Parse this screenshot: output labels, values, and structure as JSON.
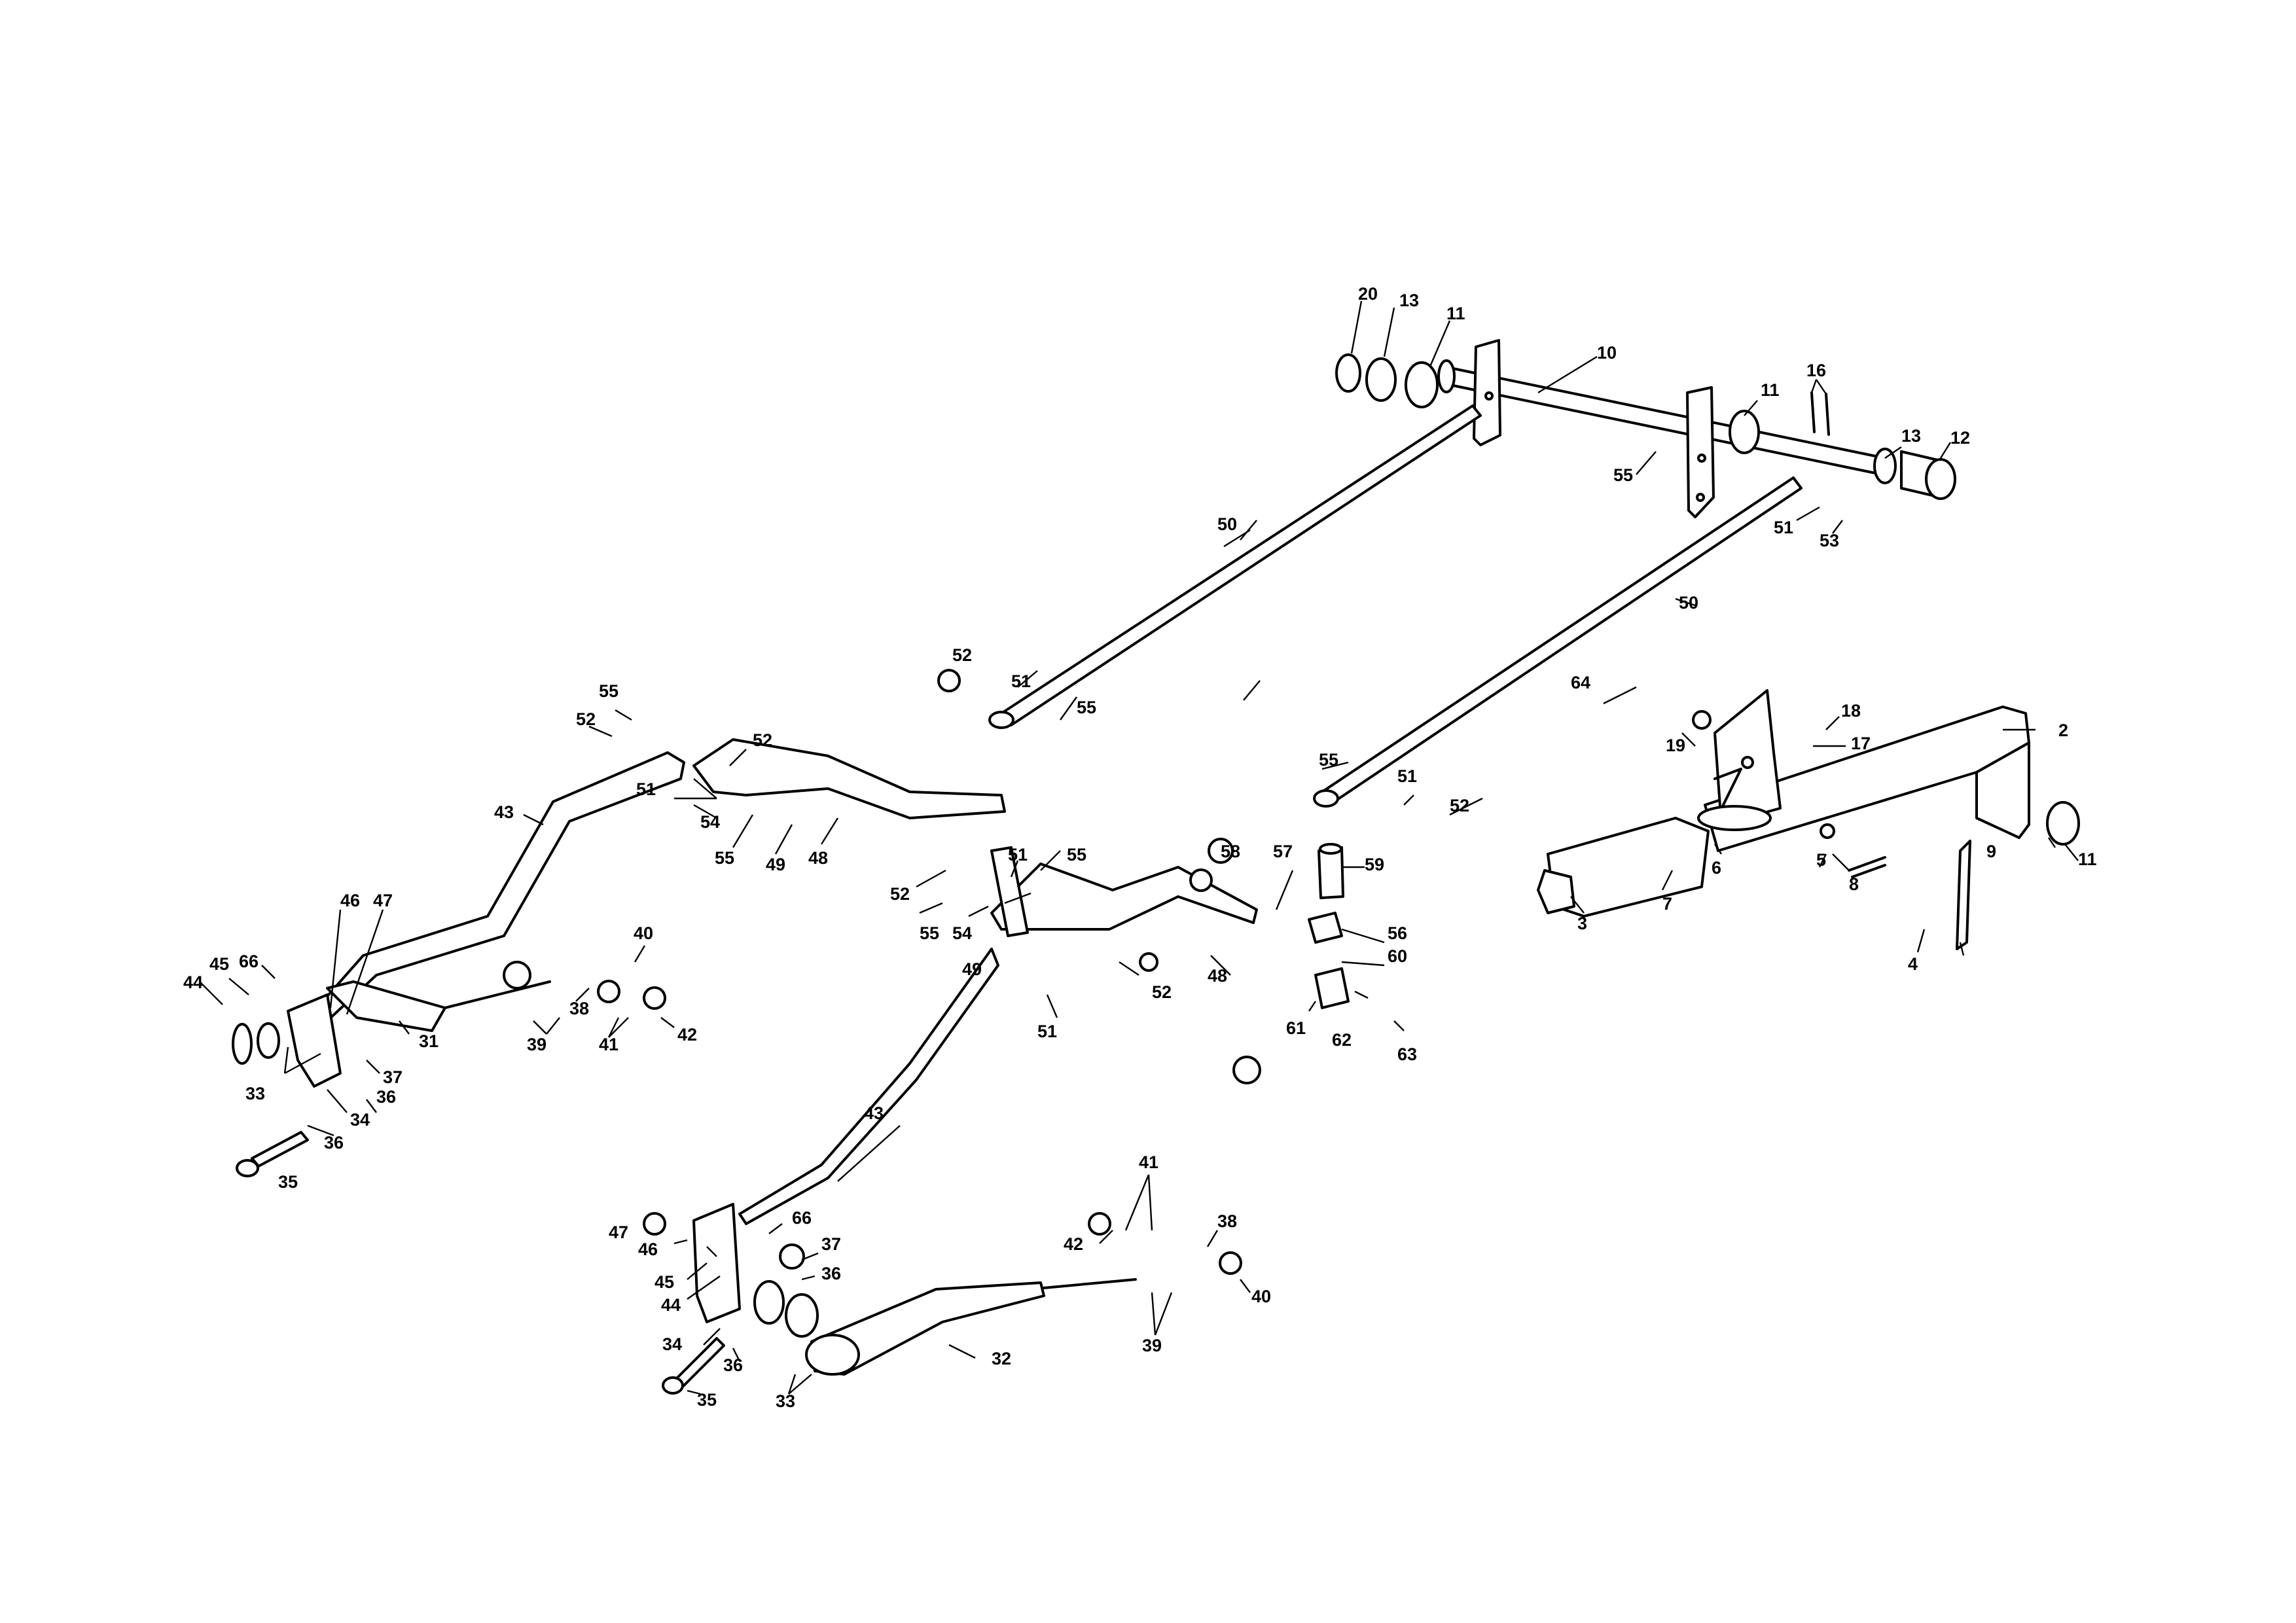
{
  "diagram": {
    "type": "exploded-parts-view",
    "callouts": {
      "c2": "2",
      "c3": "3",
      "c4": "4",
      "c5": "5",
      "c6": "6",
      "c7": "7",
      "c8": "8",
      "c9": "9",
      "c10": "10",
      "c11": "11",
      "c12": "12",
      "c13": "13",
      "c16": "16",
      "c17": "17",
      "c18": "18",
      "c19": "19",
      "c20": "20",
      "c31": "31",
      "c32": "32",
      "c33": "33",
      "c34": "34",
      "c35": "35",
      "c36": "36",
      "c37": "37",
      "c38": "38",
      "c39": "39",
      "c40": "40",
      "c41": "41",
      "c42": "42",
      "c43": "43",
      "c44": "44",
      "c45": "45",
      "c46": "46",
      "c47": "47",
      "c48": "48",
      "c49": "49",
      "c50": "50",
      "c51": "51",
      "c52": "52",
      "c53": "53",
      "c54": "54",
      "c55": "55",
      "c56": "56",
      "c57": "57",
      "c58": "58",
      "c59": "59",
      "c60": "60",
      "c61": "61",
      "c62": "62",
      "c63": "63",
      "c64": "64",
      "c66": "66"
    }
  }
}
